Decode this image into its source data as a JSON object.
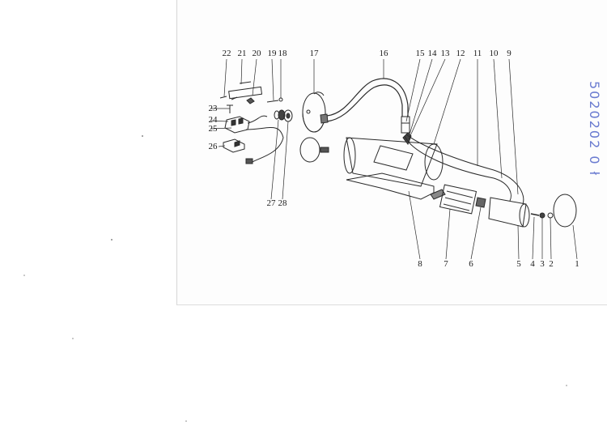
{
  "part_numbers": {
    "top_row": [
      "22",
      "21",
      "20",
      "19",
      "18",
      "17",
      "16",
      "15",
      "14",
      "13",
      "12",
      "11",
      "10",
      "9"
    ],
    "left_column": [
      "23",
      "24",
      "25",
      "26"
    ],
    "middle": [
      "27",
      "28"
    ],
    "bottom_row": [
      "8",
      "7",
      "6",
      "5",
      "4",
      "3",
      "2",
      "1"
    ]
  },
  "handwritten_code": "5020202 0 ł",
  "colors": {
    "ink": "#2a2a2a",
    "paper": "#fdfdfd",
    "handwriting": "#6a7bd0"
  }
}
